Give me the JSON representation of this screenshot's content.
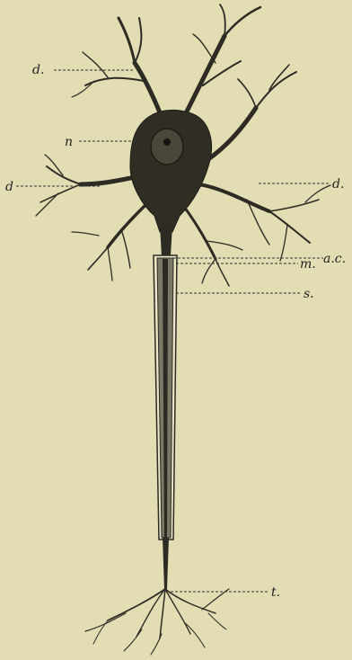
{
  "figure": {
    "background_color": "#e2ddb3",
    "ink_color": "#2d2b24",
    "labels": {
      "d_top": "d.",
      "n": "n",
      "d_left": "d",
      "d_right": "d.",
      "ac": "a.c.",
      "m": "m.",
      "s": "s.",
      "t": "t."
    }
  }
}
